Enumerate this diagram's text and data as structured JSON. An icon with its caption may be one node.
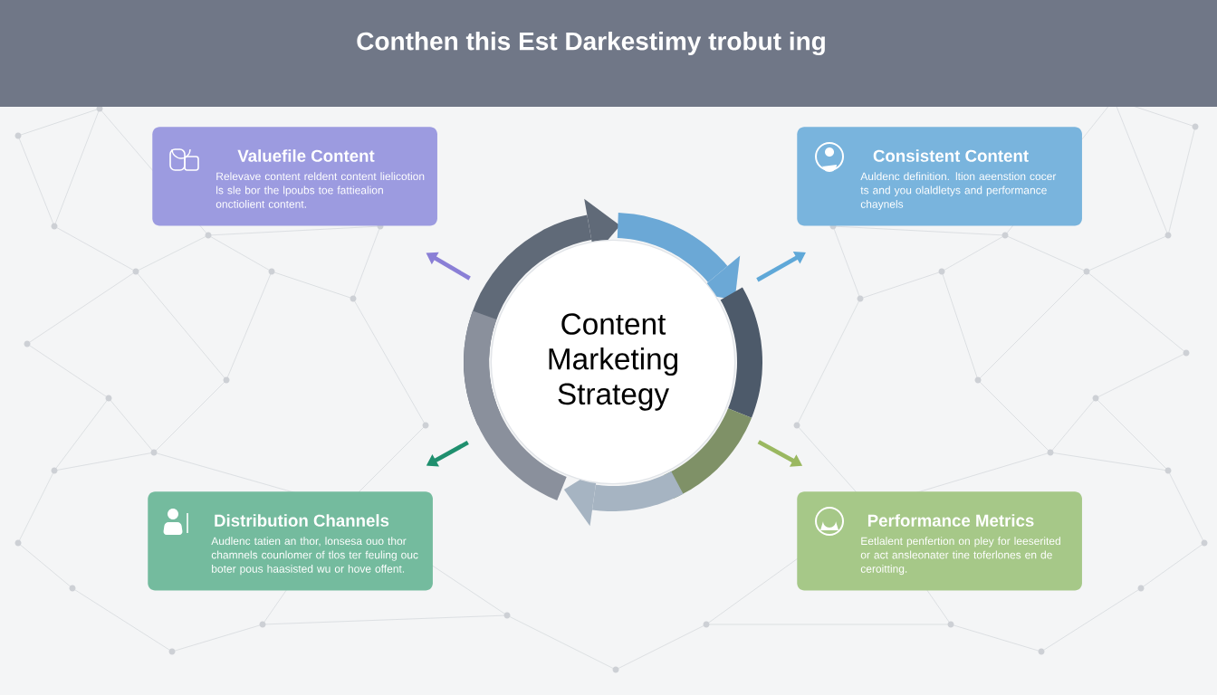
{
  "diagram": {
    "title": "Conthen this Est Darkestimy trobut ing",
    "nodes": [
      {
        "text": [
          "Content Marketing Strategy"
        ]
      },
      {
        "text": [
          "Valuefile Content",
          "Relevave content reldent content lielicotion ls sle bor the lpoubs toe fattiealion onctiolient content."
        ]
      },
      {
        "text": [
          "Consistent Content",
          "Auldenc definition. ltion aeenstion cocer ts and you olaldletys and performance chaynels"
        ]
      },
      {
        "text": [
          "Distribution Channels",
          "Audlenc tatien an thor, lonsesa ouo thor chamnels counlomer of tlos ter feuling ouc boter pous haasisted wu or hove offent."
        ]
      },
      {
        "text": [
          "Performance Metrics",
          "Eetlalent penfertion on pley for leeserited or act ansleonater tine toferlones en de ceroitting."
        ]
      }
    ],
    "edges": [
      {
        "from": 0,
        "to": 1,
        "arrow": "to",
        "color": "#8a7fd6"
      },
      {
        "from": 0,
        "to": 2,
        "arrow": "to",
        "color": "#5fa8d8"
      },
      {
        "from": 0,
        "to": 3,
        "arrow": "to",
        "color": "#1f8f6e"
      },
      {
        "from": 0,
        "to": 4,
        "arrow": "to",
        "color": "#9ab860"
      }
    ]
  }
}
